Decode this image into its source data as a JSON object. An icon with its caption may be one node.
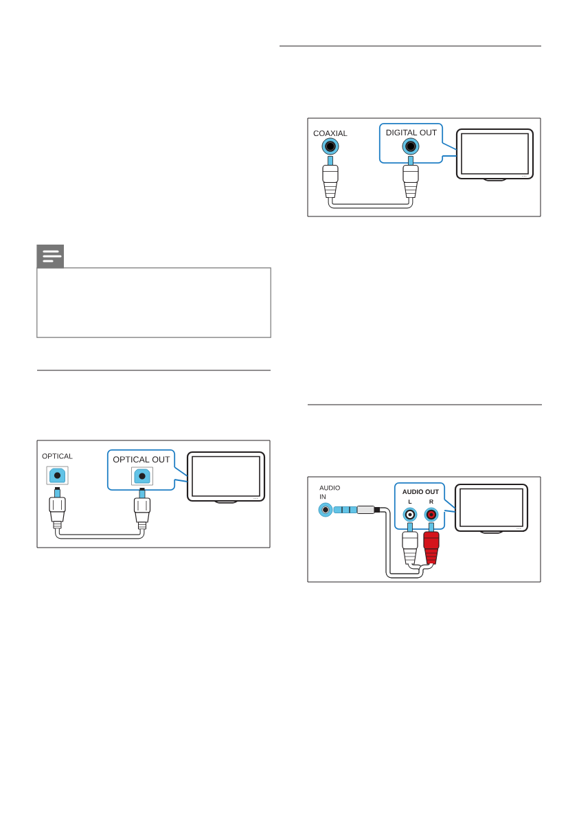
{
  "diagram": {
    "nodes": [
      {
        "text": [],
        "shape": "box"
      },
      {
        "text": [
          "OPTICAL"
        ]
      },
      {
        "text": [
          "OPTICAL OUT"
        ]
      },
      {
        "text": [],
        "shape": "box",
        "in": 2
      },
      {
        "text": [],
        "shape": "picture"
      },
      {
        "text": [],
        "shape": "plug"
      },
      {
        "text": [],
        "shape": "plug"
      },
      {
        "text": [
          "COAXIAL"
        ]
      },
      {
        "text": [
          "DIGITAL OUT"
        ]
      },
      {
        "text": [],
        "shape": "circle",
        "in": 8
      },
      {
        "text": [],
        "shape": "picture"
      },
      {
        "text": [],
        "shape": "plug"
      },
      {
        "text": [],
        "shape": "plug"
      },
      {
        "text": [
          "AUDIO IN"
        ]
      },
      {
        "text": [
          "AUDIO OUT"
        ]
      },
      {
        "text": [
          "L"
        ],
        "in": 14
      },
      {
        "text": [
          "R"
        ],
        "in": 14
      },
      {
        "text": [],
        "shape": "picture"
      },
      {
        "text": [],
        "shape": "plug"
      },
      {
        "text": [],
        "shape": "plug"
      },
      {
        "text": [],
        "shape": "plug"
      }
    ],
    "edges": [
      {
        "from": 5,
        "to": 6,
        "arrow": "none"
      },
      {
        "from": 2,
        "to": 4,
        "arrow": "none",
        "color": "#1f7ec4"
      },
      {
        "from": 11,
        "to": 12,
        "arrow": "none"
      },
      {
        "from": 8,
        "to": 10,
        "arrow": "none",
        "color": "#1f7ec4"
      },
      {
        "from": 18,
        "to": 19,
        "arrow": "none"
      },
      {
        "from": 18,
        "to": 20,
        "arrow": "none"
      },
      {
        "from": 14,
        "to": 17,
        "arrow": "none",
        "color": "#1f7ec4"
      }
    ]
  }
}
